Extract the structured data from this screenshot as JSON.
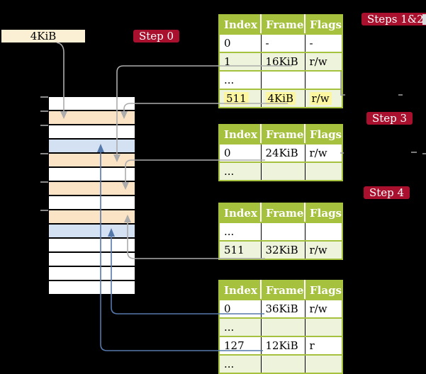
{
  "address_box": {
    "label": "4KiB"
  },
  "badges": {
    "step0": "Step 0",
    "steps12": "Steps 1&2",
    "step3": "Step 3",
    "step4": "Step 4"
  },
  "tables": [
    {
      "headers": [
        "Index",
        "Frame",
        "Flags"
      ],
      "rows": [
        {
          "cells": [
            "0",
            "-",
            "-"
          ],
          "shaded": false,
          "highlighted": false
        },
        {
          "cells": [
            "1",
            "16KiB",
            "r/w"
          ],
          "shaded": true,
          "highlighted": false
        },
        {
          "cells": [
            "...",
            "",
            ""
          ],
          "shaded": false,
          "highlighted": false
        },
        {
          "cells": [
            "511",
            "4KiB",
            "r/w"
          ],
          "shaded": true,
          "highlighted": true
        }
      ]
    },
    {
      "headers": [
        "Index",
        "Frame",
        "Flags"
      ],
      "rows": [
        {
          "cells": [
            "0",
            "24KiB",
            "r/w"
          ],
          "shaded": false,
          "highlighted": false
        },
        {
          "cells": [
            "...",
            "",
            ""
          ],
          "shaded": true,
          "highlighted": false
        }
      ]
    },
    {
      "headers": [
        "Index",
        "Frame",
        "Flags"
      ],
      "rows": [
        {
          "cells": [
            "...",
            "",
            ""
          ],
          "shaded": false,
          "highlighted": false
        },
        {
          "cells": [
            "511",
            "32KiB",
            "r/w"
          ],
          "shaded": true,
          "highlighted": false
        }
      ]
    },
    {
      "headers": [
        "Index",
        "Frame",
        "Flags"
      ],
      "rows": [
        {
          "cells": [
            "0",
            "36KiB",
            "r/w"
          ],
          "shaded": false,
          "highlighted": false
        },
        {
          "cells": [
            "...",
            "",
            ""
          ],
          "shaded": true,
          "highlighted": false
        },
        {
          "cells": [
            "127",
            "12KiB",
            "r"
          ],
          "shaded": false,
          "highlighted": false
        },
        {
          "cells": [
            "...",
            "",
            ""
          ],
          "shaded": true,
          "highlighted": false
        }
      ]
    }
  ],
  "memory_strip": {
    "rows": [
      "white",
      "orange",
      "white",
      "blue",
      "orange",
      "white",
      "orange",
      "white",
      "orange",
      "blue",
      "white",
      "white",
      "white",
      "white"
    ]
  },
  "colors": {
    "background": "#000000",
    "table_header_green": "#A5C13E",
    "table_row_green": "#EEF3DC",
    "highlight_yellow": "#FCF6A0",
    "memory_orange": "#FBE3C6",
    "memory_blue": "#D4E1F3",
    "address_box_cream": "#FBF0D3",
    "badge_crimson": "#A8102E",
    "gray_arrow": "#ACACAC",
    "blue_arrow": "#5578AA"
  }
}
